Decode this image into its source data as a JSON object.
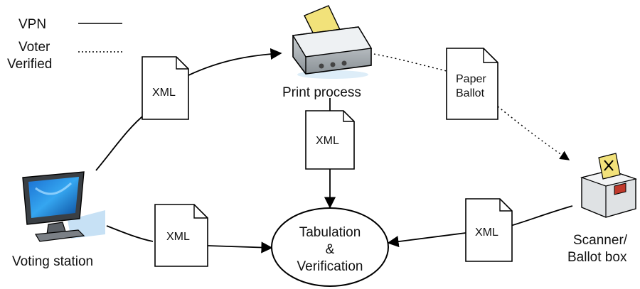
{
  "legend": {
    "vpn_label": "VPN",
    "voter_label": "Voter",
    "verified_label": "Verified"
  },
  "nodes": {
    "print_process": "Print process",
    "voting_station": "Voting station",
    "scanner_line1": "Scanner/",
    "scanner_line2": "Ballot box",
    "tab_line1": "Tabulation",
    "tab_line2": "&",
    "tab_line3": "Verification"
  },
  "documents": {
    "xml": "XML",
    "paper_line1": "Paper",
    "paper_line2": "Ballot"
  }
}
